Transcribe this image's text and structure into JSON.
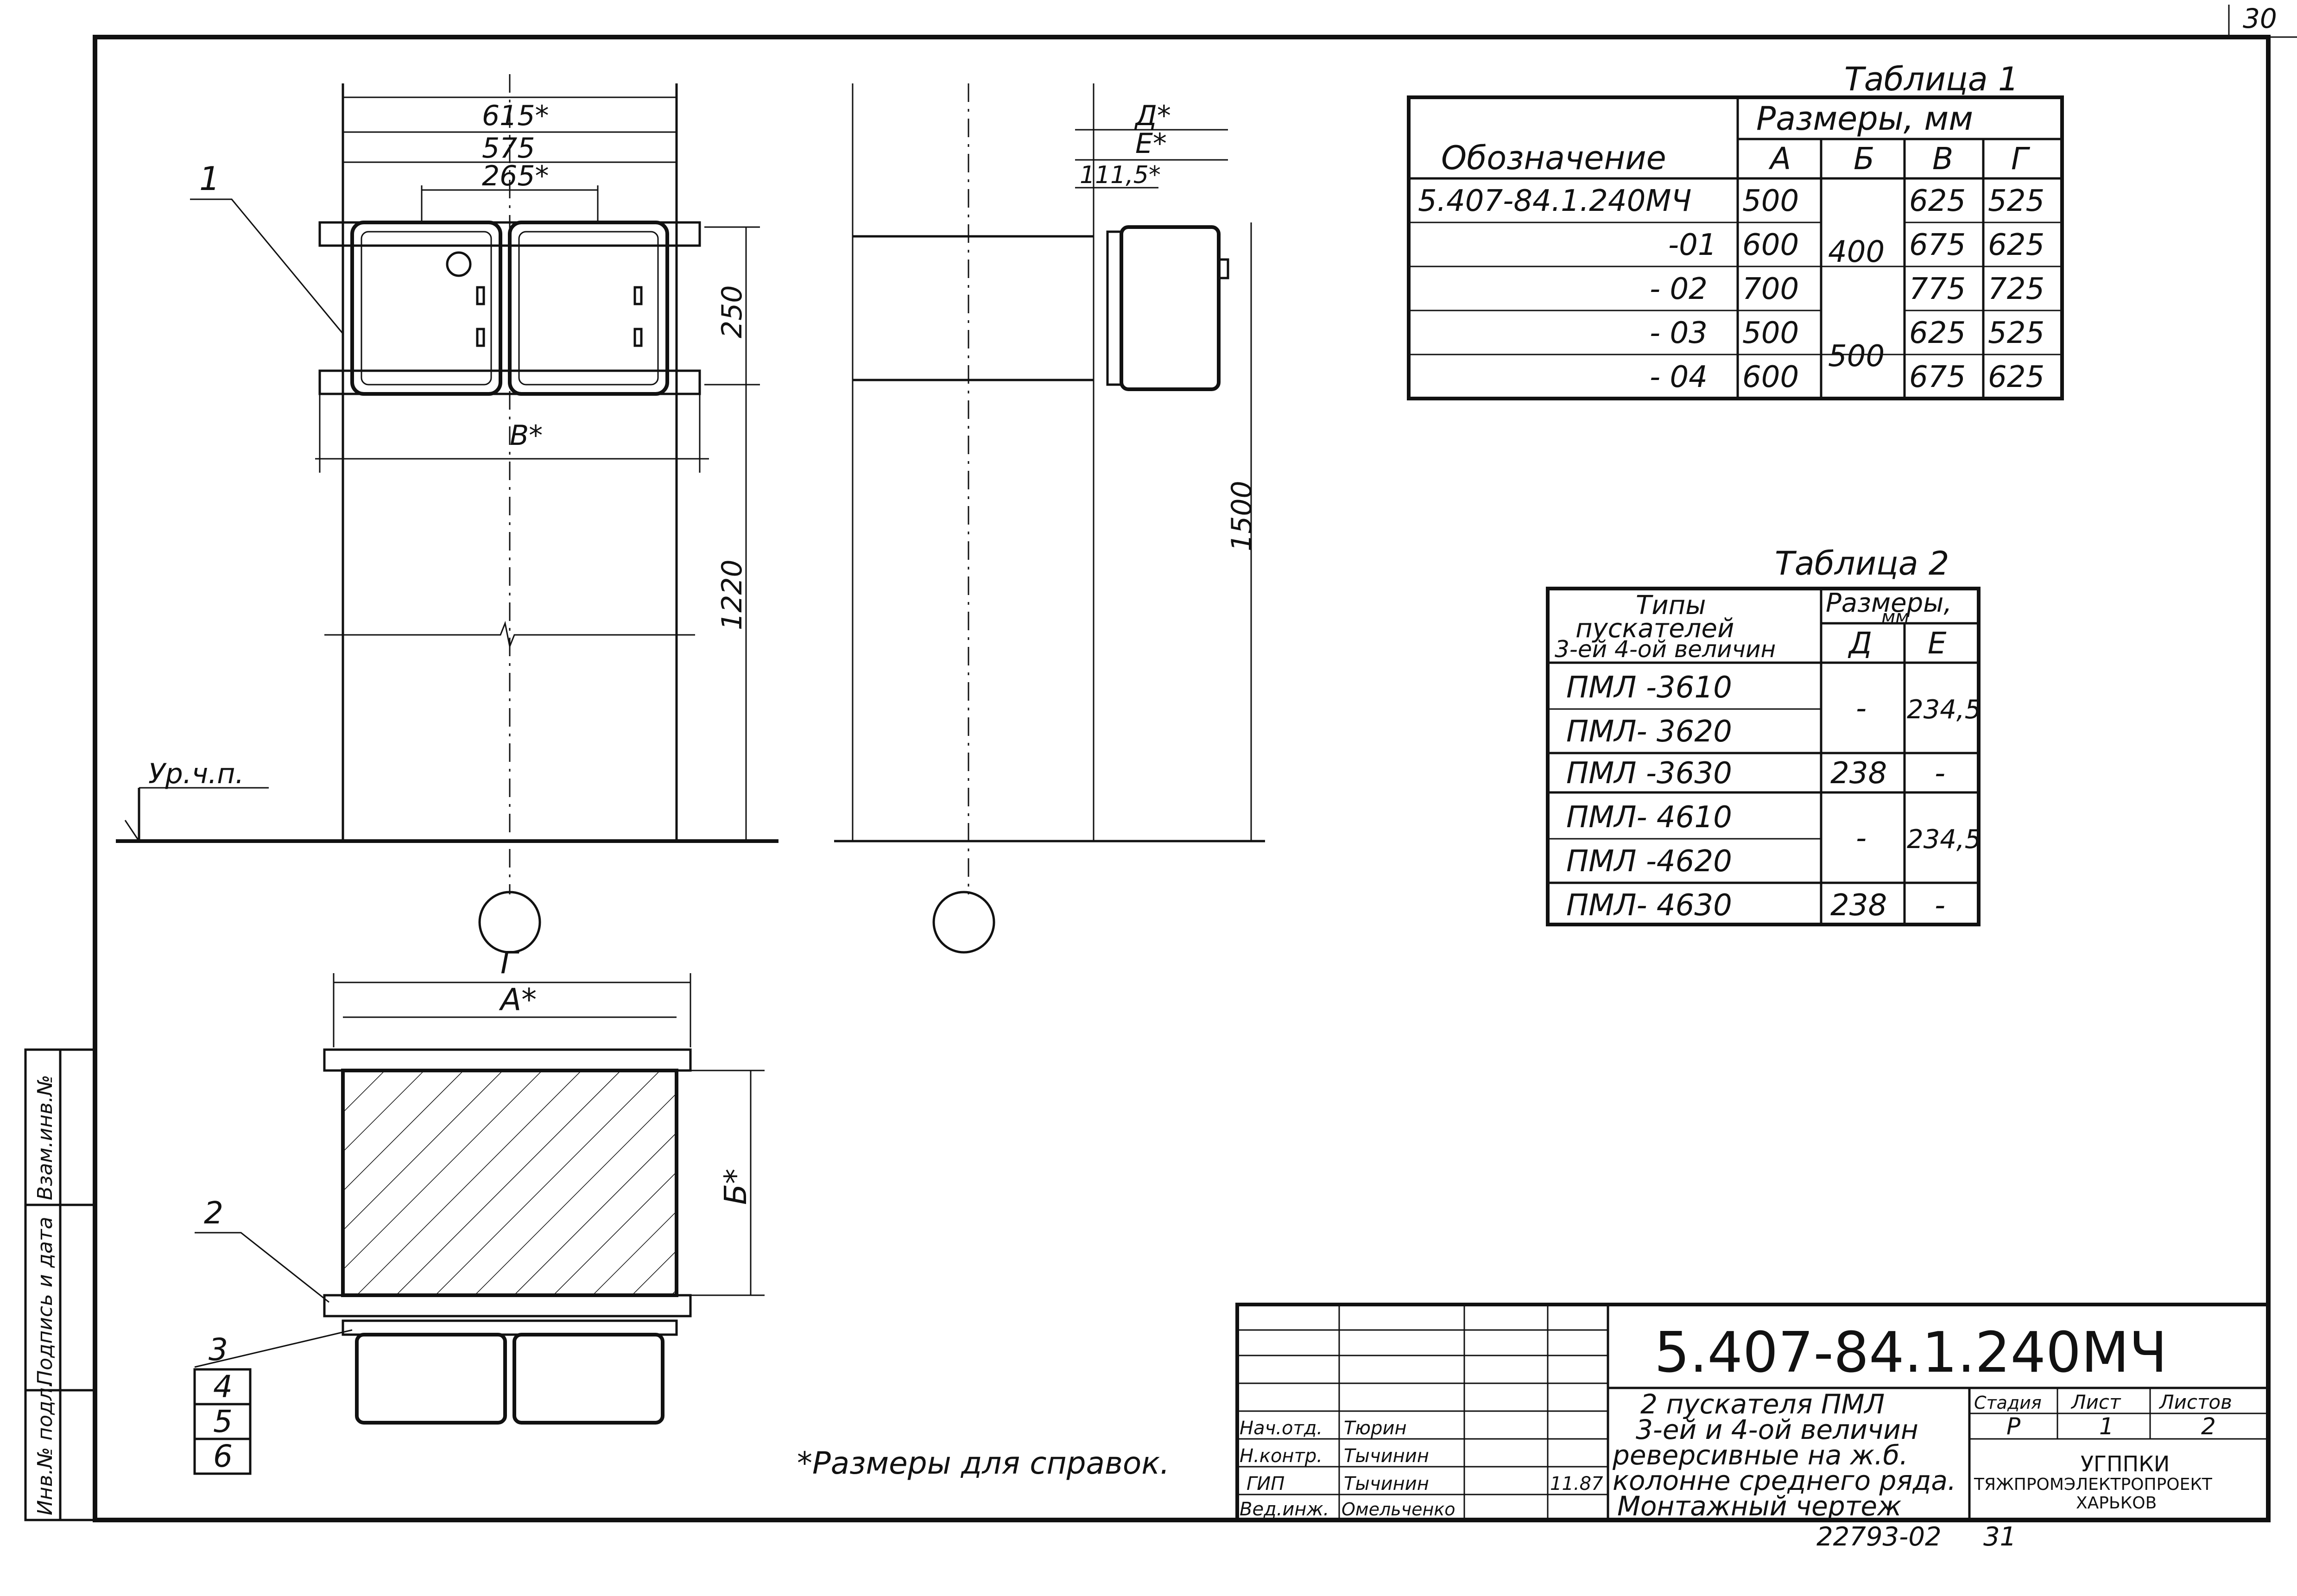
{
  "page_number": "30",
  "table1": {
    "title": "Таблица 1",
    "header_designation": "Обозначение",
    "header_sizes": "Размеры, мм",
    "col_labels": [
      "А",
      "Б",
      "В",
      "Г"
    ],
    "rows": [
      {
        "designation": "5.407-84.1.240МЧ",
        "a": "500",
        "v": "625",
        "g": "525"
      },
      {
        "designation": "-01",
        "a": "600",
        "v": "675",
        "g": "625"
      },
      {
        "designation": "- 02",
        "a": "700",
        "v": "775",
        "g": "725"
      },
      {
        "designation": "- 03",
        "a": "500",
        "v": "625",
        "g": "525"
      },
      {
        "designation": "- 04",
        "a": "600",
        "v": "675",
        "g": "625"
      }
    ],
    "b_groups": [
      "400",
      "500"
    ]
  },
  "table2": {
    "title": "Таблица 2",
    "header_types_1": "Типы",
    "header_types_2": "пускателей",
    "header_types_3": "3-ей 4-ой величин",
    "header_sizes_1": "Размеры,",
    "header_sizes_2": "мм",
    "col_labels": [
      "Д",
      "Е"
    ],
    "rows": [
      "ПМЛ -3610",
      "ПМЛ- 3620",
      "ПМЛ -3630",
      "ПМЛ- 4610",
      "ПМЛ -4620",
      "ПМЛ- 4630"
    ],
    "d_values": [
      "-",
      "238",
      "-",
      "238"
    ],
    "e_values": [
      "234,5",
      "-",
      "234,5",
      "-"
    ]
  },
  "front_view": {
    "dim_615": "615*",
    "dim_575": "575",
    "dim_265": "265*",
    "dim_250": "250",
    "dim_1220": "1220",
    "dim_v": "В*",
    "callout_1": "1",
    "floor_level": "Ур.ч.п."
  },
  "side_view": {
    "dim_d": "Д*",
    "dim_e": "Е*",
    "dim_111_5": "111,5*",
    "dim_1500": "1500"
  },
  "plan_view": {
    "dim_g": "Г",
    "dim_a": "А*",
    "dim_b": "Б*",
    "callout_2": "2",
    "callouts": [
      "3",
      "4",
      "5",
      "6"
    ]
  },
  "note": "*Размеры для справок.",
  "side_stamp": {
    "inv_no": "Инв.№ подл.",
    "sign_date": "Подпись и дата",
    "replace_inv": "Взам.инв.№"
  },
  "title_block": {
    "doc_code": "5.407-84.1.240МЧ",
    "title_line1": "2 пускателя ПМЛ",
    "title_line2": "3-ей и 4-ой величин",
    "title_line3": "реверсивные на ж.б.",
    "title_line4": "колонне среднего ряда.",
    "title_line5": "Монтажный чертеж",
    "stage_label": "Стадия",
    "sheet_label": "Лист",
    "sheets_label": "Листов",
    "stage_value": "Р",
    "sheet_value": "1",
    "sheets_value": "2",
    "org_line1": "УГППКИ",
    "org_line2": "ТЯЖПРОМЭЛЕКТРОПРОЕКТ",
    "org_line3": "ХАРЬКОВ",
    "roles": [
      "Нач.отд.",
      "Н.контр.",
      "ГИП",
      "Вед.инж."
    ],
    "names": [
      "Тюрин",
      "Тычинин",
      "Тычинин",
      "Омельченко"
    ],
    "date_mark": "11.87",
    "archive_no": "22793-02",
    "bottom_page": "31"
  }
}
